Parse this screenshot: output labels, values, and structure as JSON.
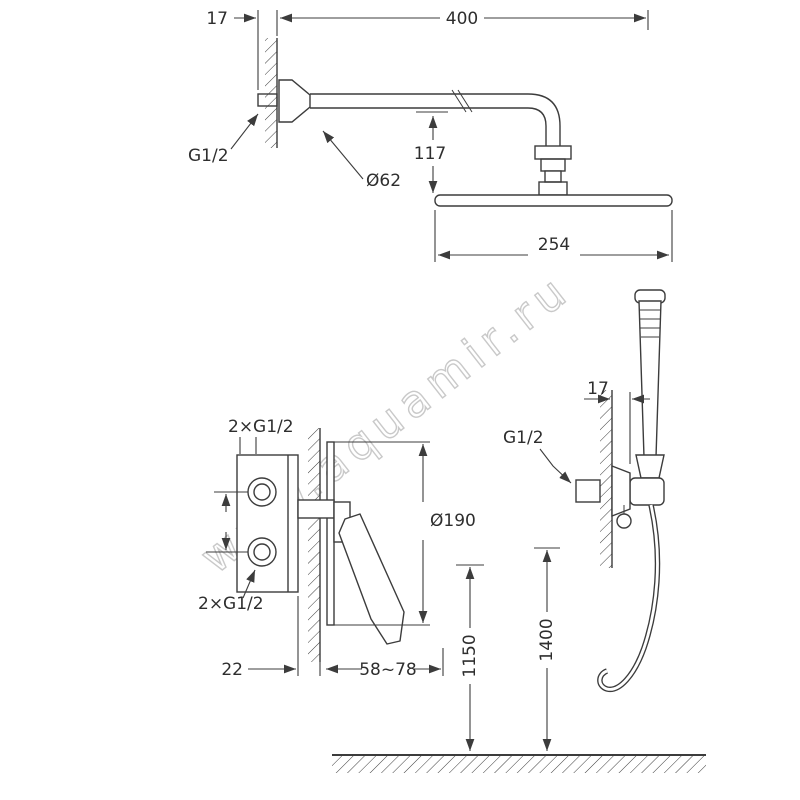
{
  "watermark": {
    "text": "www.aquamir.ru"
  },
  "colors": {
    "line": "#3c3c3c",
    "text": "#2e2e2e",
    "watermark": "#c9c9c9",
    "background": "#ffffff"
  },
  "overhead_shower": {
    "wall_offset": "17",
    "arm_length": "400",
    "thread": "G1/2",
    "head_drop": "117",
    "flange_diameter": "Ø62",
    "head_diameter": "254"
  },
  "mixer": {
    "top_connections": "2×G1/2",
    "bottom_connections": "2×G1/2",
    "plate_diameter": "Ø190",
    "body_depth": "22",
    "installation_depth": "58~78"
  },
  "hand_shower": {
    "wall_offset": "17",
    "thread": "G1/2",
    "outlet_height": "1150",
    "hose_height": "1400"
  }
}
